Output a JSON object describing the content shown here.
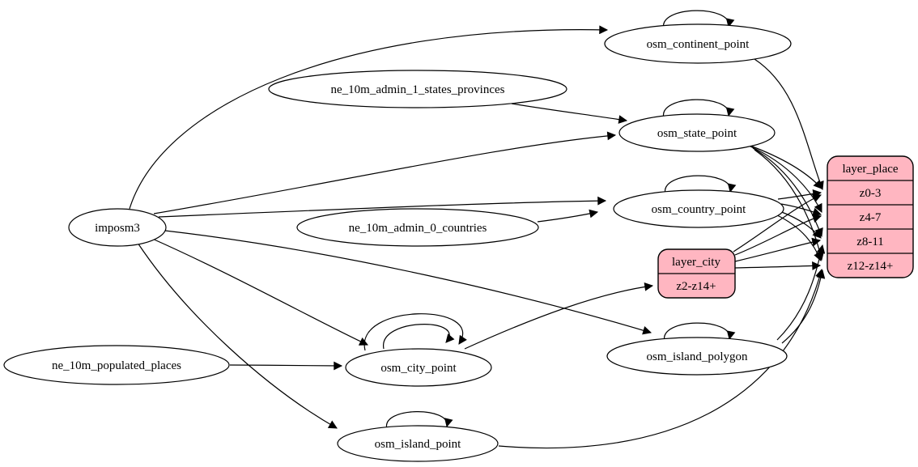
{
  "diagram": {
    "kind": "etl-graph",
    "colors": {
      "background": "#ffffff",
      "table_fill": "#ffffff",
      "layer_fill": "#ffb6c1",
      "stroke": "#000000"
    },
    "nodes": {
      "imposm3": {
        "label": "imposm3",
        "shape": "ellipse"
      },
      "ne_10m_admin_1_states_provinces": {
        "label": "ne_10m_admin_1_states_provinces",
        "shape": "ellipse"
      },
      "ne_10m_admin_0_countries": {
        "label": "ne_10m_admin_0_countries",
        "shape": "ellipse"
      },
      "ne_10m_populated_places": {
        "label": "ne_10m_populated_places",
        "shape": "ellipse"
      },
      "osm_continent_point": {
        "label": "osm_continent_point",
        "shape": "ellipse"
      },
      "osm_state_point": {
        "label": "osm_state_point",
        "shape": "ellipse"
      },
      "osm_country_point": {
        "label": "osm_country_point",
        "shape": "ellipse"
      },
      "osm_island_polygon": {
        "label": "osm_island_polygon",
        "shape": "ellipse"
      },
      "osm_city_point": {
        "label": "osm_city_point",
        "shape": "ellipse"
      },
      "osm_island_point": {
        "label": "osm_island_point",
        "shape": "ellipse"
      },
      "layer_city": {
        "title": "layer_city",
        "shape": "record",
        "rows": [
          "z2-z14+"
        ]
      },
      "layer_place": {
        "title": "layer_place",
        "shape": "record",
        "rows": [
          "z0-3",
          "z4-7",
          "z8-11",
          "z12-z14+"
        ]
      }
    },
    "edges": [
      {
        "from": "imposm3",
        "to": "osm_continent_point"
      },
      {
        "from": "imposm3",
        "to": "osm_state_point"
      },
      {
        "from": "imposm3",
        "to": "osm_country_point"
      },
      {
        "from": "imposm3",
        "to": "osm_city_point"
      },
      {
        "from": "imposm3",
        "to": "osm_island_polygon"
      },
      {
        "from": "imposm3",
        "to": "osm_island_point"
      },
      {
        "from": "ne_10m_admin_1_states_provinces",
        "to": "osm_state_point"
      },
      {
        "from": "ne_10m_admin_0_countries",
        "to": "osm_country_point"
      },
      {
        "from": "ne_10m_populated_places",
        "to": "osm_city_point"
      },
      {
        "from": "osm_continent_point",
        "to": "osm_continent_point"
      },
      {
        "from": "osm_state_point",
        "to": "osm_state_point"
      },
      {
        "from": "osm_country_point",
        "to": "osm_country_point"
      },
      {
        "from": "osm_island_polygon",
        "to": "osm_island_polygon"
      },
      {
        "from": "osm_island_point",
        "to": "osm_island_point"
      },
      {
        "from": "osm_city_point",
        "to": "osm_city_point"
      },
      {
        "from": "osm_city_point",
        "to": "osm_city_point"
      },
      {
        "from": "osm_city_point",
        "to": "layer_city",
        "to_port": "z2-z14+"
      },
      {
        "from": "osm_continent_point",
        "to": "layer_place",
        "to_port": "z0-3"
      },
      {
        "from": "osm_state_point",
        "to": "layer_place",
        "to_port": "z0-3"
      },
      {
        "from": "osm_state_point",
        "to": "layer_place",
        "to_port": "z4-7"
      },
      {
        "from": "osm_state_point",
        "to": "layer_place",
        "to_port": "z8-11"
      },
      {
        "from": "osm_state_point",
        "to": "layer_place",
        "to_port": "z12-z14+"
      },
      {
        "from": "osm_country_point",
        "to": "layer_place",
        "to_port": "z0-3"
      },
      {
        "from": "osm_country_point",
        "to": "layer_place",
        "to_port": "z4-7"
      },
      {
        "from": "osm_country_point",
        "to": "layer_place",
        "to_port": "z8-11"
      },
      {
        "from": "osm_country_point",
        "to": "layer_place",
        "to_port": "z12-z14+"
      },
      {
        "from": "layer_city",
        "to": "layer_place",
        "to_port": "z0-3"
      },
      {
        "from": "layer_city",
        "to": "layer_place",
        "to_port": "z4-7"
      },
      {
        "from": "layer_city",
        "to": "layer_place",
        "to_port": "z8-11"
      },
      {
        "from": "layer_city",
        "to": "layer_place",
        "to_port": "z12-z14+"
      },
      {
        "from": "osm_island_polygon",
        "to": "layer_place",
        "to_port": "z8-11"
      },
      {
        "from": "osm_island_polygon",
        "to": "layer_place",
        "to_port": "z12-z14+"
      },
      {
        "from": "osm_island_point",
        "to": "layer_place",
        "to_port": "z12-z14+"
      }
    ]
  }
}
